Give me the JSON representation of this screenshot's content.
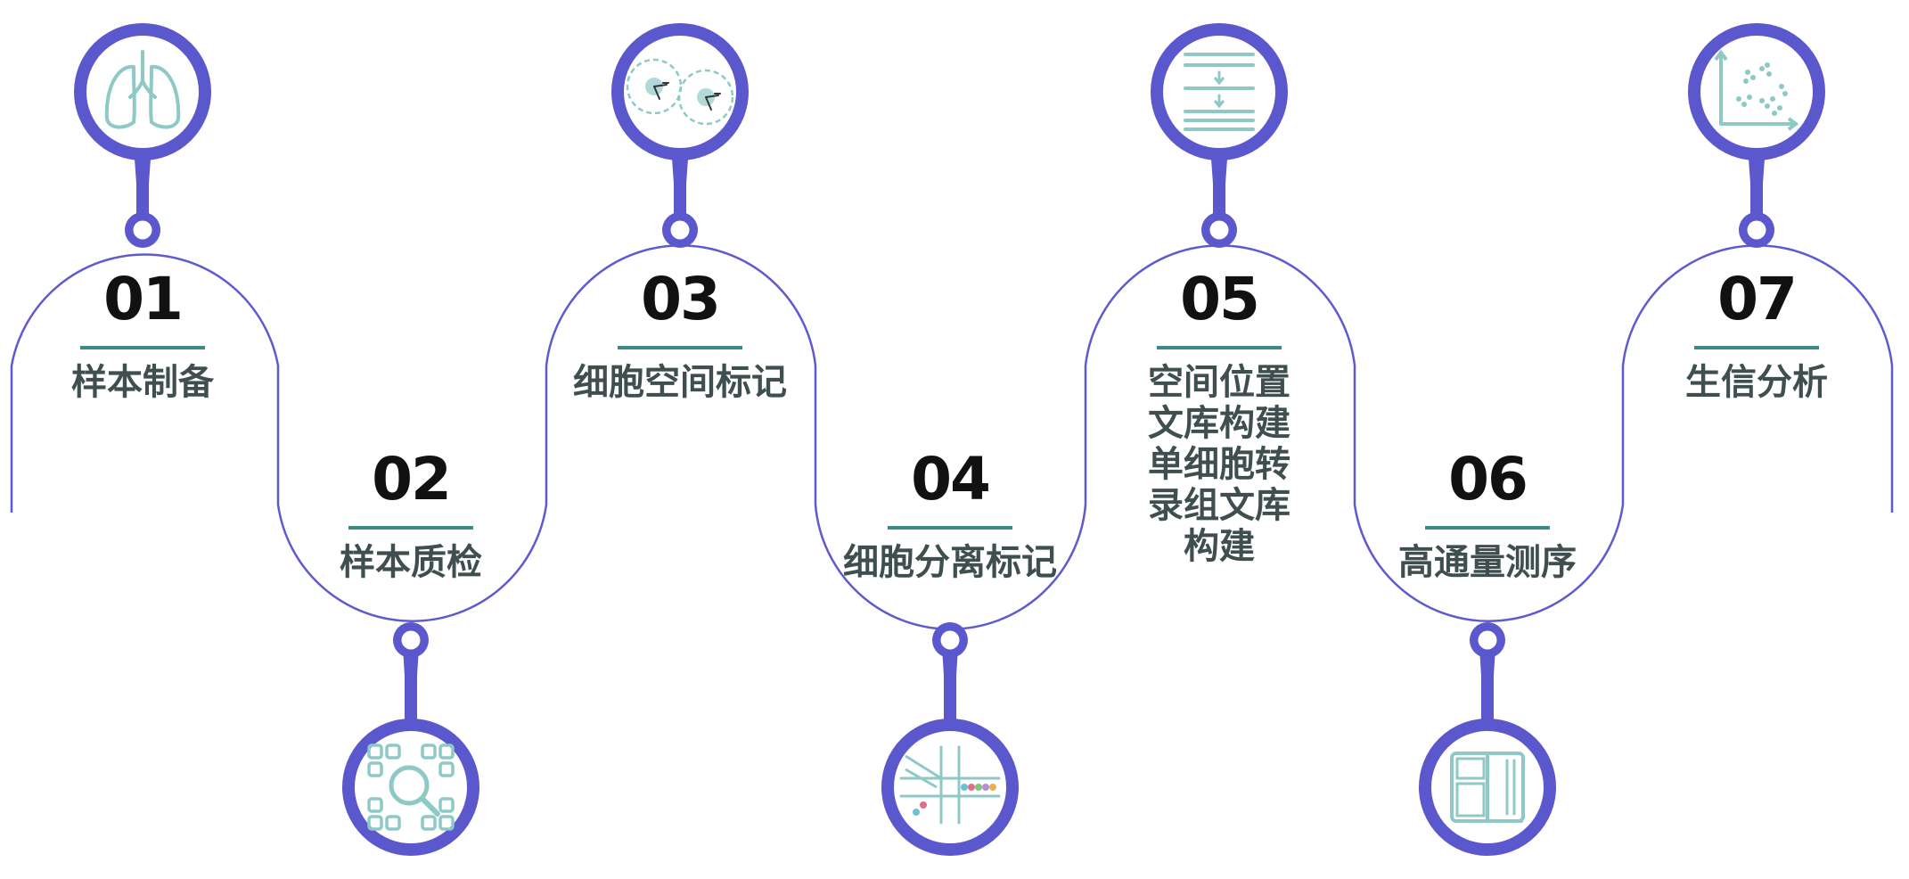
{
  "colors": {
    "accent": "#5b57cc",
    "path": "#5f5bcf",
    "icon": "#8ec9c6",
    "number": "#111111",
    "underline": "#3b8a88",
    "title": "#3f4e4e"
  },
  "steps": [
    {
      "number": "01",
      "title": "样本制备",
      "icon": "lungs-icon"
    },
    {
      "number": "02",
      "title": "样本质检",
      "icon": "magnifier-grid-icon"
    },
    {
      "number": "03",
      "title": "细胞空间标记",
      "icon": "cells-icon"
    },
    {
      "number": "04",
      "title": "细胞分离标记",
      "icon": "microfluidic-icon"
    },
    {
      "number": "05",
      "title": "空间位置\n文库构建\n单细胞转\n录组文库\n构建",
      "icon": "library-layers-icon"
    },
    {
      "number": "06",
      "title": "高通量测序",
      "icon": "sequencer-icon"
    },
    {
      "number": "07",
      "title": "生信分析",
      "icon": "scatter-plot-icon"
    }
  ]
}
